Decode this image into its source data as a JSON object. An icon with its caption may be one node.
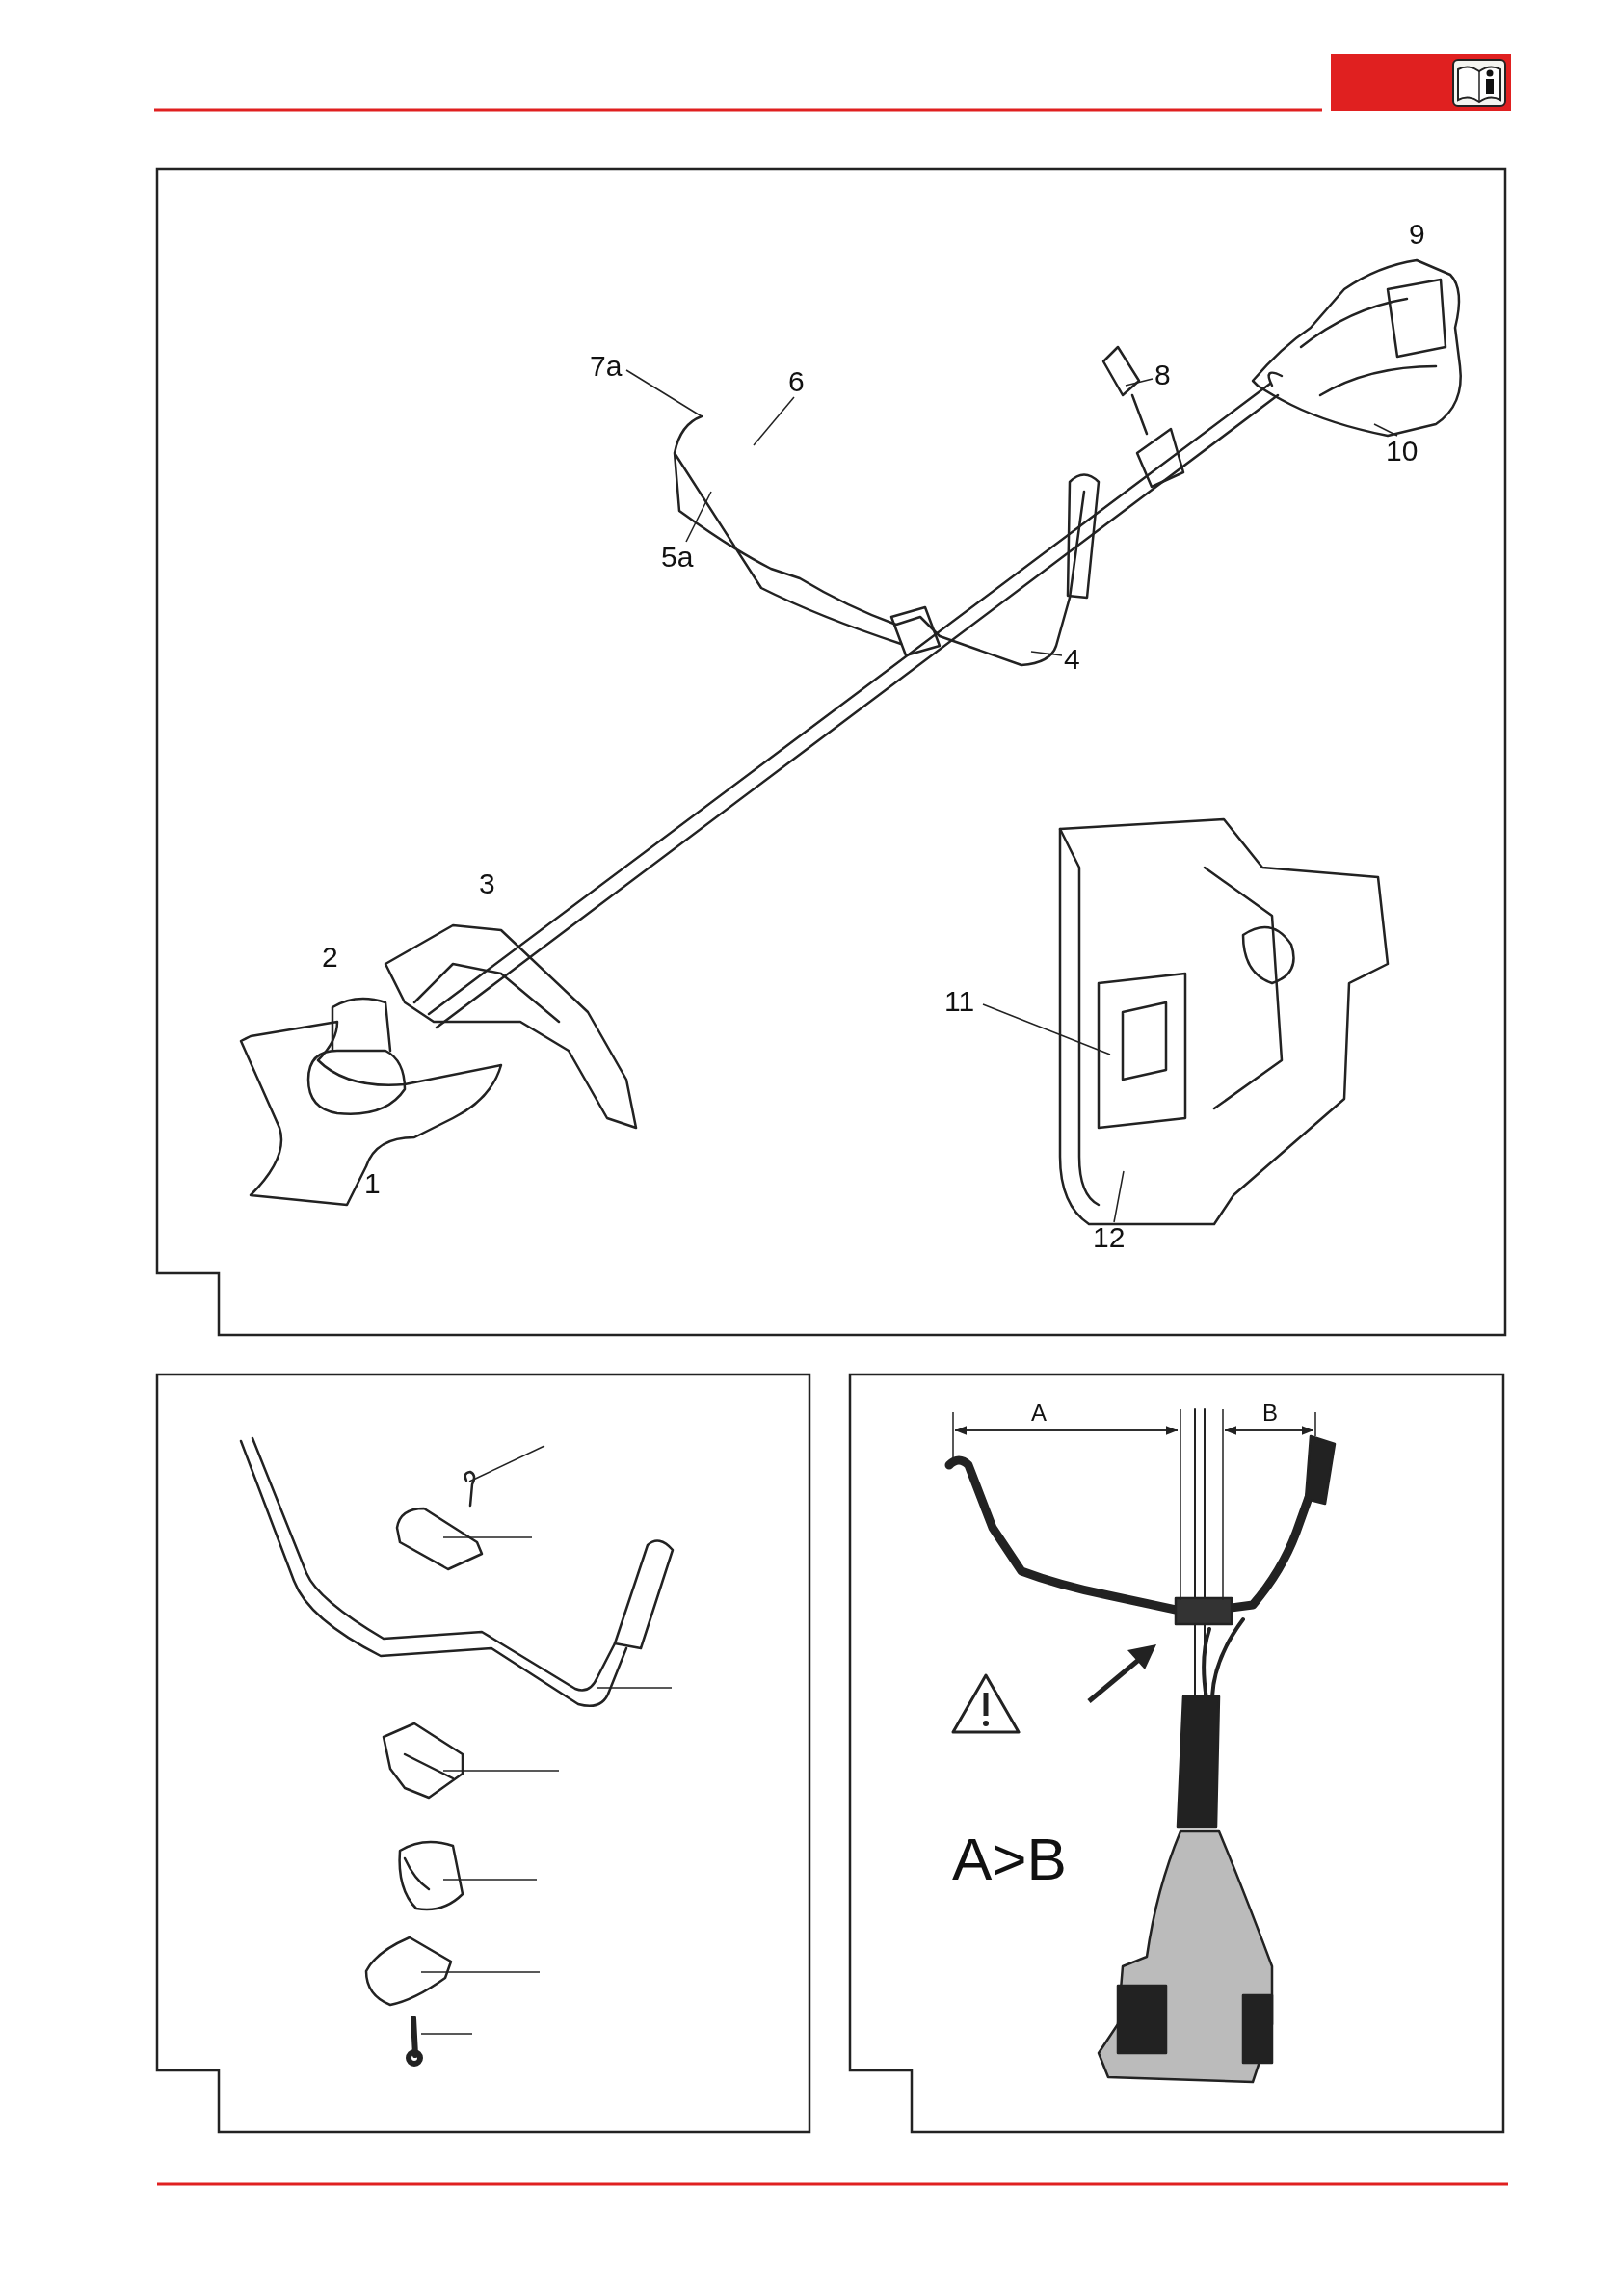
{
  "diagram": {
    "nodes": [
      {
        "text": [
          "4"
        ]
      },
      {
        "text": [
          "5a"
        ]
      },
      {
        "text": [
          "6"
        ]
      },
      {
        "text": [
          "7a"
        ]
      },
      {
        "text": [
          "8"
        ]
      },
      {
        "text": [
          "10"
        ]
      },
      {
        "text": [
          "11"
        ]
      },
      {
        "text": [
          "12"
        ]
      }
    ],
    "edges": [
      {
        "from": 0,
        "to": null,
        "arrow": "none"
      },
      {
        "from": 1,
        "to": null,
        "arrow": "none"
      },
      {
        "from": 2,
        "to": null,
        "arrow": "none"
      },
      {
        "from": 3,
        "to": null,
        "arrow": "none"
      },
      {
        "from": 4,
        "to": null,
        "arrow": "none"
      },
      {
        "from": 5,
        "to": null,
        "arrow": "none"
      },
      {
        "from": 6,
        "to": null,
        "arrow": "none"
      },
      {
        "from": 7,
        "to": null,
        "arrow": "none"
      }
    ],
    "labels": [
      "9",
      "3",
      "2",
      "1",
      "A",
      "B",
      "A>B"
    ]
  }
}
